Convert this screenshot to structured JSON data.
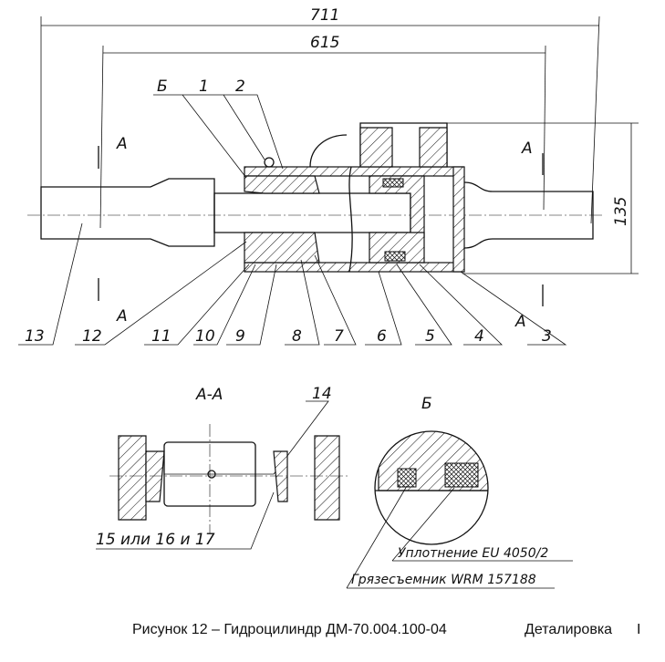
{
  "dimensions": {
    "overall": "711",
    "between": "615",
    "height": "135"
  },
  "section_marks": {
    "a": "А",
    "b": "Б"
  },
  "callouts_top": [
    "Б",
    "1",
    "2"
  ],
  "callouts_bottom": [
    "13",
    "12",
    "11",
    "10",
    "9",
    "8",
    "7",
    "6",
    "5",
    "4",
    "3"
  ],
  "section_view": {
    "title": "А-А",
    "callout": "14",
    "parts_label": "15 или 16 и 17"
  },
  "detail_view": {
    "title": "Б",
    "seal_label": "Уплотнение EU 4050/2",
    "wiper_label": "Грязесъемник WRM 157188"
  },
  "caption": {
    "title": "Рисунок 12 – Гидроцилиндр ДМ-70.004.100-04",
    "section": "Деталировка",
    "sheet": "I"
  }
}
